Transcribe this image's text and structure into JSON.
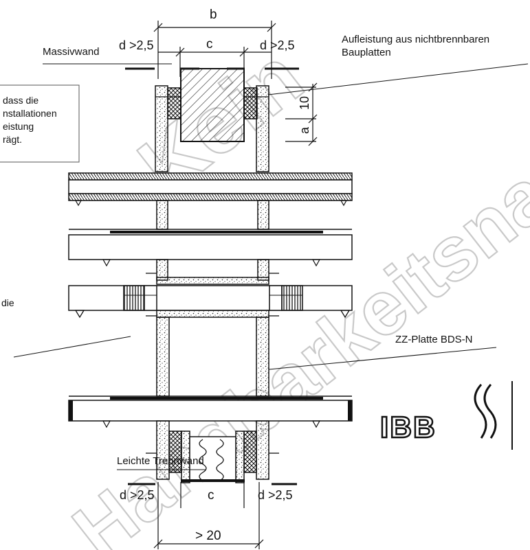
{
  "dimensions": {
    "b": "b",
    "c_top": "c",
    "c_bottom": "c",
    "d_top_left": "d >2,5",
    "d_top_right": "d >2,5",
    "d_bottom_left": "d >2,5",
    "d_bottom_right": "d >2,5",
    "ten": "10",
    "a": "a",
    "twenty": "> 20"
  },
  "labels": {
    "massivwand": "Massivwand",
    "aufleistung_line1": "Aufleistung aus nichtbrennbaren",
    "aufleistung_line2": "Bauplatten",
    "zz_platte": "ZZ-Platte BDS-N",
    "leichte_trennwand": "Leichte Trennwand",
    "note_left": [
      "dass die",
      "nstallationen",
      "eistung",
      "rägt."
    ],
    "note_left2": "die"
  },
  "watermark": {
    "word1": "Kein",
    "word2": "Handbarkeitsnachweis"
  },
  "logo": {
    "text": "IBB"
  },
  "colors": {
    "line": "#111111",
    "watermark": "#c9c9c9"
  }
}
